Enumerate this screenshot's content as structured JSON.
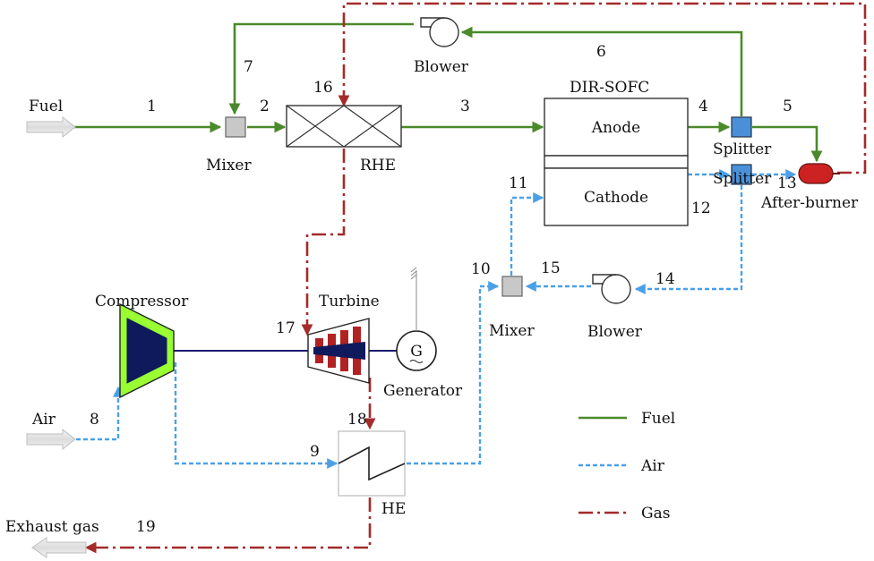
{
  "streams": {
    "fuel_inlet": "Fuel",
    "air_inlet": "Air",
    "exhaust": "Exhaust gas"
  },
  "components": {
    "mixer_top": "Mixer",
    "mixer_bottom": "Mixer",
    "rhe": "RHE",
    "sofc_title": "DIR-SOFC",
    "anode": "Anode",
    "cathode": "Cathode",
    "splitter_top": "Splitter",
    "splitter_bottom": "Splitter",
    "after_burner": "After-burner",
    "blower_top": "Blower",
    "blower_bottom": "Blower",
    "compressor": "Compressor",
    "turbine": "Turbine",
    "generator": "Generator",
    "generator_symbol": "G",
    "he": "HE"
  },
  "state_points": [
    "1",
    "2",
    "3",
    "4",
    "5",
    "6",
    "7",
    "8",
    "9",
    "10",
    "11",
    "12",
    "13",
    "14",
    "15",
    "16",
    "17",
    "18",
    "19"
  ],
  "legend": [
    {
      "label": "Fuel",
      "style": "fuel",
      "color": "#4a8a2a"
    },
    {
      "label": "Air",
      "style": "air",
      "color": "#4aa0e8"
    },
    {
      "label": "Gas",
      "style": "gas",
      "color": "#a52a2a"
    }
  ]
}
